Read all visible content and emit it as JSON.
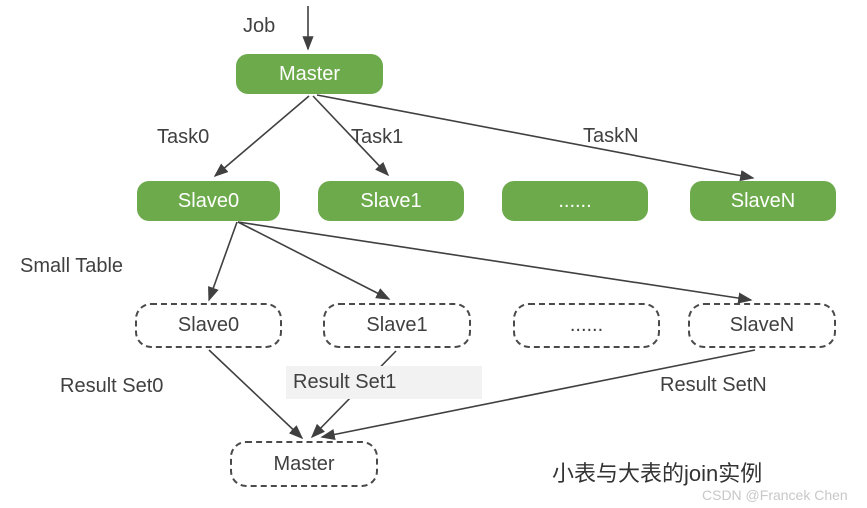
{
  "labels": {
    "job": "Job",
    "small_table": "Small Table",
    "tasks": [
      "Task0",
      "Task1",
      "TaskN"
    ],
    "results": [
      "Result Set0",
      "Result Set1",
      "Result SetN"
    ],
    "caption": "小表与大表的join实例",
    "watermark": "CSDN @Francek Chen"
  },
  "nodes": {
    "master_top": "Master",
    "green_slaves": [
      "Slave0",
      "Slave1",
      "......",
      "SlaveN"
    ],
    "dashed_slaves": [
      "Slave0",
      "Slave1",
      "......",
      "SlaveN"
    ],
    "master_bottom": "Master"
  },
  "colors": {
    "node_green": "#6daa4c",
    "node_text": "#ffffff",
    "arrow_line": "#404040",
    "label_text": "#404040",
    "result1_highlight": "#f2f2f2",
    "caption_text": "#333333",
    "watermark_text": "#c8c8c8",
    "background": "#ffffff"
  }
}
